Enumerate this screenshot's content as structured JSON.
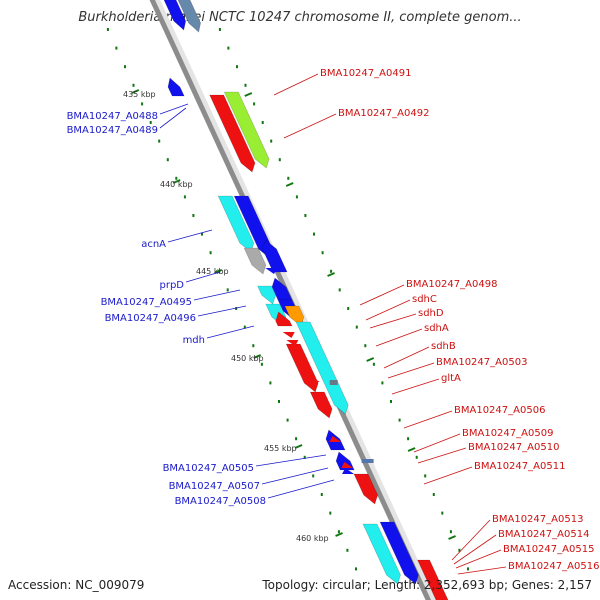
{
  "title": "Burkholderia mallei NCTC 10247 chromosome II, complete genom...",
  "footer": {
    "accession": "Accession: NC_009079",
    "topology": "Topology: circular; Length: 2,352,693 bp; Genes: 2,157"
  },
  "colors": {
    "left_label": "#1a1acc",
    "right_label": "#cc1111",
    "red_gene": "#ee1111",
    "blue_gene": "#1111ee",
    "cyan_gene": "#22eeee",
    "green_gene": "#99ee33",
    "orange_gene": "#ff9900",
    "gray_gene": "#aaaaaa",
    "tick": "#117711",
    "backbone": "#8c8c8c"
  },
  "kbp_labels": [
    "435 kbp",
    "440 kbp",
    "445 kbp",
    "450 kbp",
    "455 kbp",
    "460 kbp"
  ],
  "left_labels": [
    "BMA10247_A0488",
    "BMA10247_A0489",
    "acnA",
    "prpD",
    "BMA10247_A0495",
    "BMA10247_A0496",
    "mdh",
    "BMA10247_A0505",
    "BMA10247_A0507",
    "BMA10247_A0508"
  ],
  "right_labels": [
    "BMA10247_A0491",
    "BMA10247_A0492",
    "BMA10247_A0498",
    "sdhC",
    "sdhD",
    "sdhA",
    "sdhB",
    "BMA10247_A0503",
    "gltA",
    "BMA10247_A0506",
    "BMA10247_A0509",
    "BMA10247_A0510",
    "BMA10247_A0511",
    "BMA10247_A0513",
    "BMA10247_A0514",
    "BMA10247_A0515",
    "BMA10247_A0516"
  ]
}
